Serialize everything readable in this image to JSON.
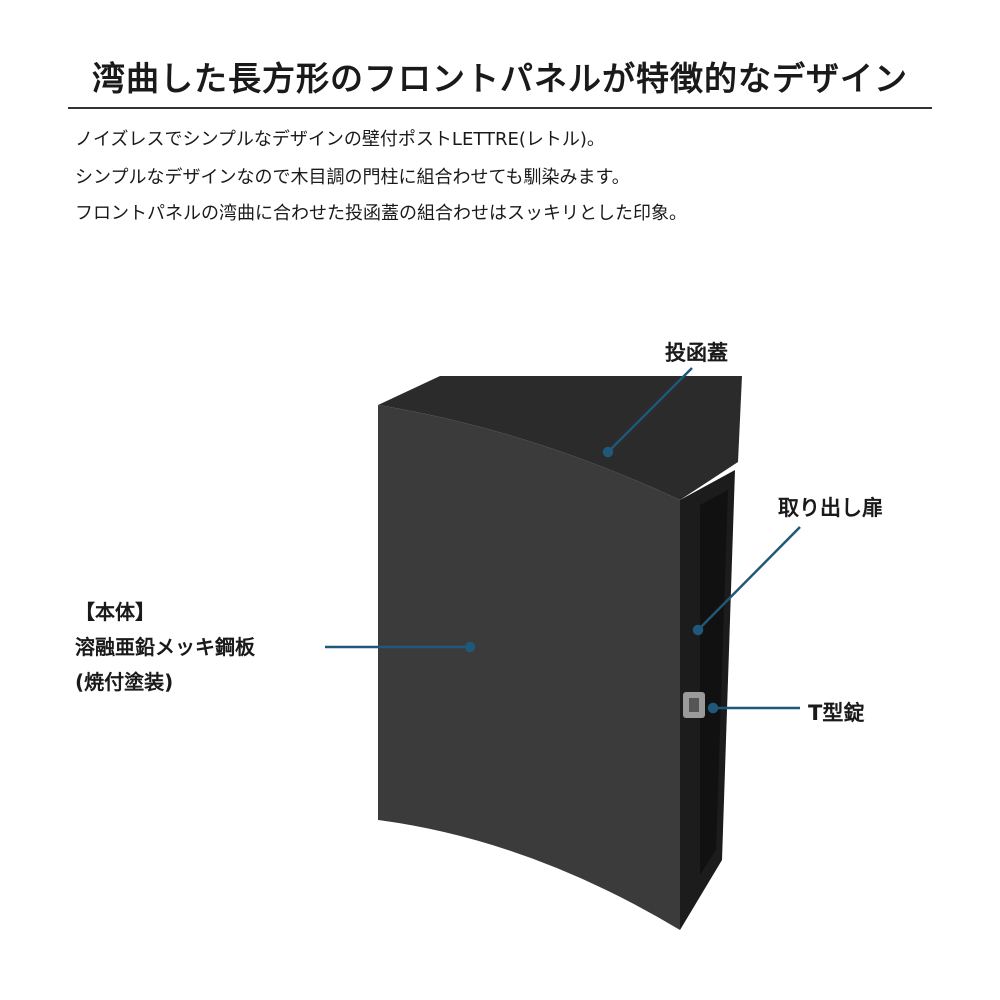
{
  "title": "湾曲した長方形のフロントパネルが特徴的なデザイン",
  "description": [
    "ノイズレスでシンプルなデザインの壁付ポストLETTRE(レトル)。",
    "シンプルなデザインなので木目調の門柱に組合わせても馴染みます。",
    "フロントパネルの湾曲に合わせた投函蓋の組合わせはスッキリとした印象。"
  ],
  "callouts": {
    "lid": "投函蓋",
    "door": "取り出し扉",
    "lock": "T型錠",
    "body_heading": "【本体】",
    "body_material": "溶融亜鉛メッキ鋼板",
    "body_finish": "(焼付塗装)"
  },
  "colors": {
    "leader": "#1f5878",
    "product": "#3a3a3a"
  }
}
